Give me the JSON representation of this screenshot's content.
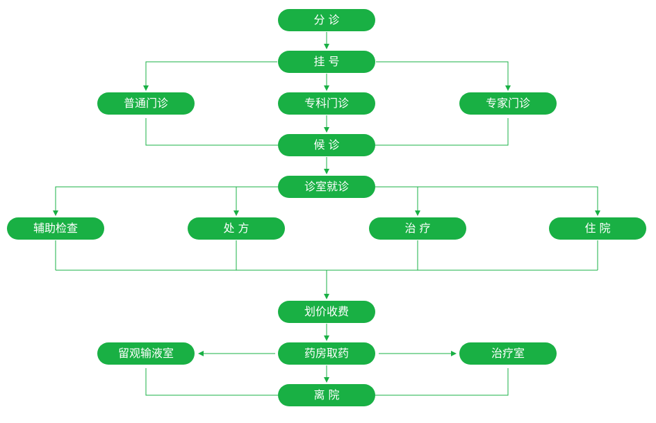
{
  "colors": {
    "node_fill": "#19b044",
    "node_text": "#ffffff",
    "connector": "#19b044",
    "background": "#ffffff"
  },
  "nodes": {
    "triage": "分 诊",
    "registration": "挂 号",
    "general_clinic": "普通门诊",
    "specialty_clinic": "专科门诊",
    "expert_clinic": "专家门诊",
    "waiting": "候 诊",
    "consultation": "诊室就诊",
    "auxiliary_exam": "辅助检查",
    "prescription": "处 方",
    "treatment": "治 疗",
    "hospitalization": "住 院",
    "billing": "划价收费",
    "pharmacy": "药房取药",
    "observation_infusion": "留观输液室",
    "treatment_room": "治疗室",
    "discharge": "离 院"
  }
}
